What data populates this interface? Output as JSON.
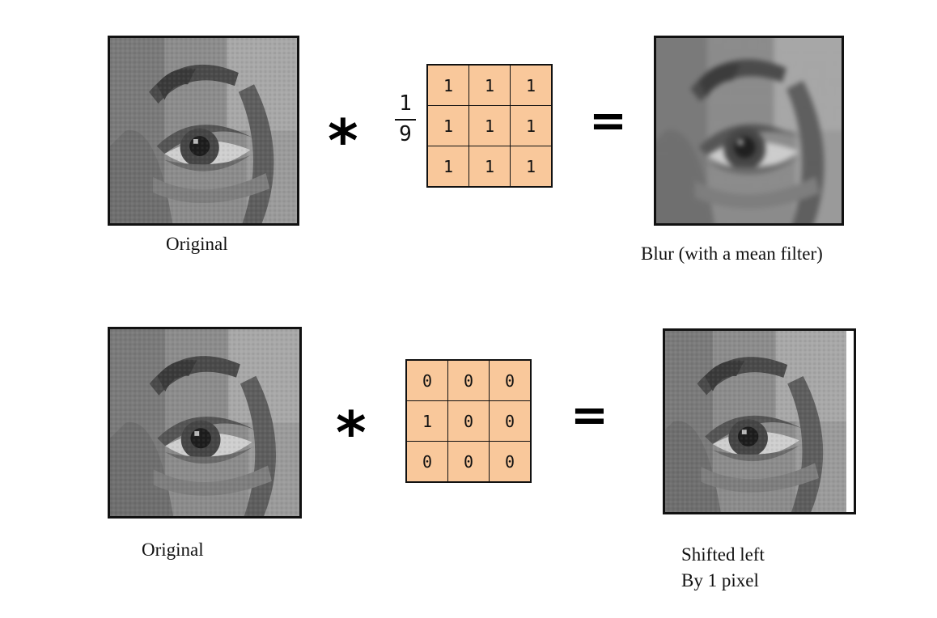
{
  "row1": {
    "input_caption": "Original",
    "fraction": {
      "numerator": "1",
      "denominator": "9"
    },
    "kernel": [
      [
        "1",
        "1",
        "1"
      ],
      [
        "1",
        "1",
        "1"
      ],
      [
        "1",
        "1",
        "1"
      ]
    ],
    "output_caption": "Blur (with a mean filter)"
  },
  "row2": {
    "input_caption": "Original",
    "kernel": [
      [
        "0",
        "0",
        "0"
      ],
      [
        "1",
        "0",
        "0"
      ],
      [
        "0",
        "0",
        "0"
      ]
    ],
    "output_caption_line1": "Shifted left",
    "output_caption_line2": "By 1 pixel"
  },
  "operators": {
    "convolve": "*",
    "equals": "="
  },
  "colors": {
    "kernel_fill": "#f9c89b",
    "border": "#111111"
  },
  "icons": {
    "input_image": "eye-photo",
    "blur_image": "blurred-eye-photo",
    "shift_image": "shifted-eye-photo"
  }
}
